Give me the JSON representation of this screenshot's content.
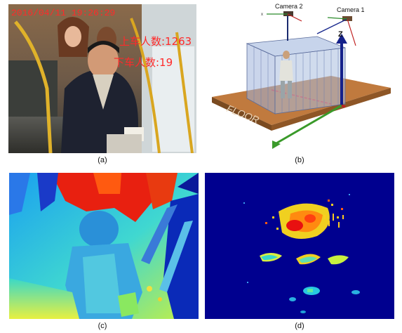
{
  "panels": {
    "a": {
      "caption": "(a)",
      "timestamp": "2016/04/11 19:26:29",
      "boarding_label": "上车人数:1263",
      "alighting_label": "下车人数:19"
    },
    "b": {
      "caption": "(b)",
      "camera_2_label": "Camera 2",
      "camera_1_label": "Camera 1",
      "z_axis_label": "Z",
      "floor_label": "FLOOR"
    },
    "c": {
      "caption": "(c)"
    },
    "d": {
      "caption": "(d)"
    }
  },
  "colors": {
    "overlay_red": "#ff2a2a",
    "floor_brown": "#b5651d",
    "depth_bg": "#00008f"
  }
}
